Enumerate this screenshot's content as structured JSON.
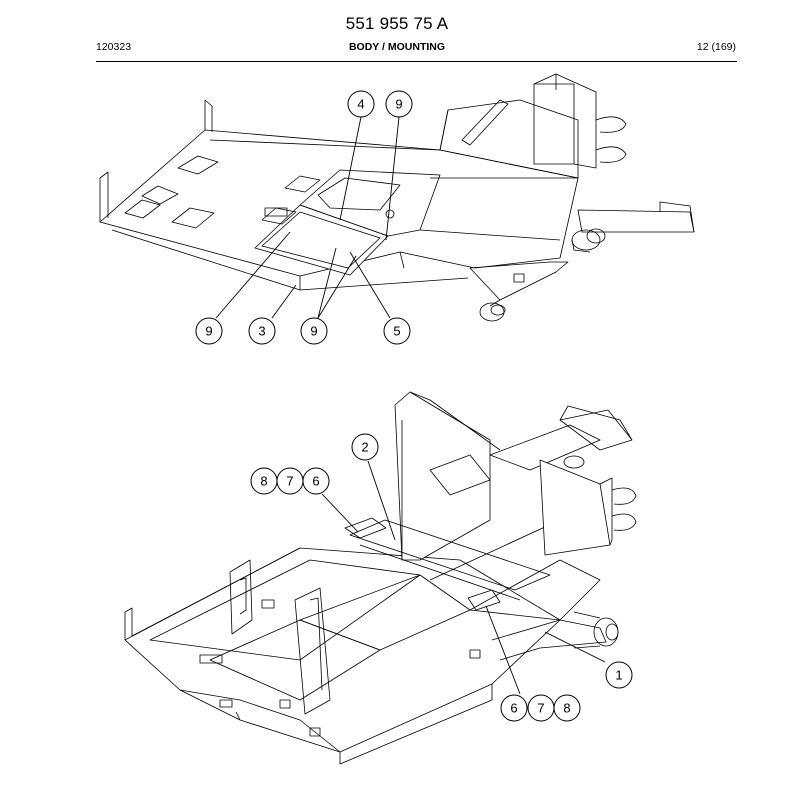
{
  "header": {
    "doc_number": "551 955 75 A",
    "code": "120323",
    "section": "BODY / MOUNTING",
    "page": "12 (169)"
  },
  "figure_top": {
    "callouts": [
      "4",
      "9",
      "9",
      "3",
      "9",
      "5"
    ]
  },
  "figure_bottom": {
    "callouts": [
      "2",
      "8",
      "7",
      "6",
      "1",
      "6",
      "7",
      "8"
    ]
  }
}
